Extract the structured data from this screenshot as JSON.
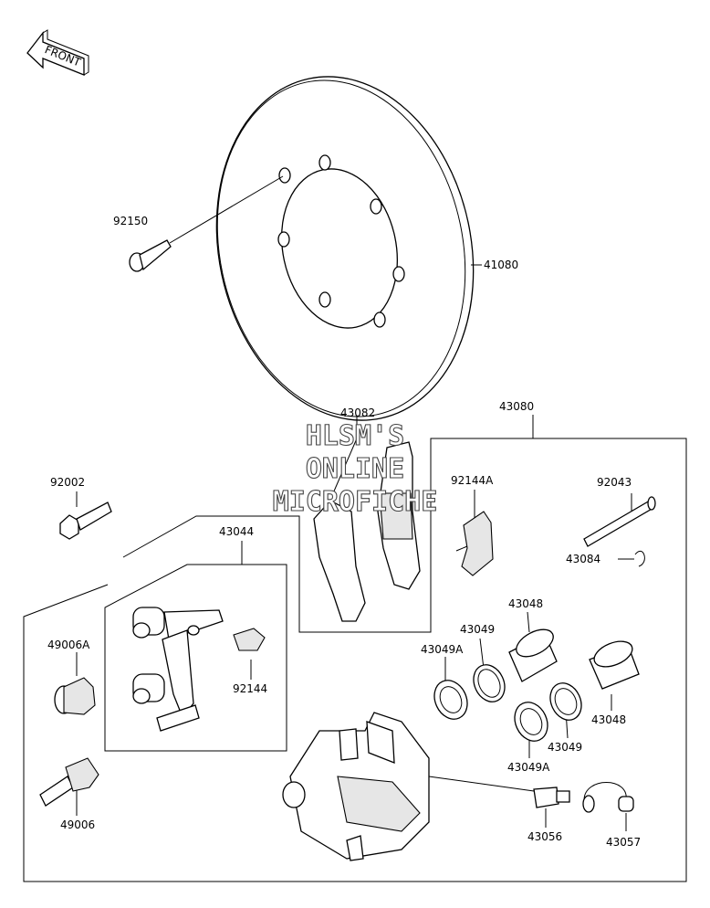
{
  "front_arrow": "FRONT",
  "watermark": [
    "HLSM'S",
    "ONLINE",
    "MICROFICHE"
  ],
  "parts": {
    "p92150": "92150",
    "p41080": "41080",
    "p43082": "43082",
    "p43080": "43080",
    "p92002": "92002",
    "p92144A": "92144A",
    "p92043": "92043",
    "p43044": "43044",
    "p43084": "43084",
    "p43048_top": "43048",
    "p43049_top": "43049",
    "p49006A": "49006A",
    "p43049A_left": "43049A",
    "p92144": "92144",
    "p43048_right": "43048",
    "p43049_right": "43049",
    "p43049A_bottom": "43049A",
    "p49006": "49006",
    "p43056": "43056",
    "p43057": "43057"
  }
}
